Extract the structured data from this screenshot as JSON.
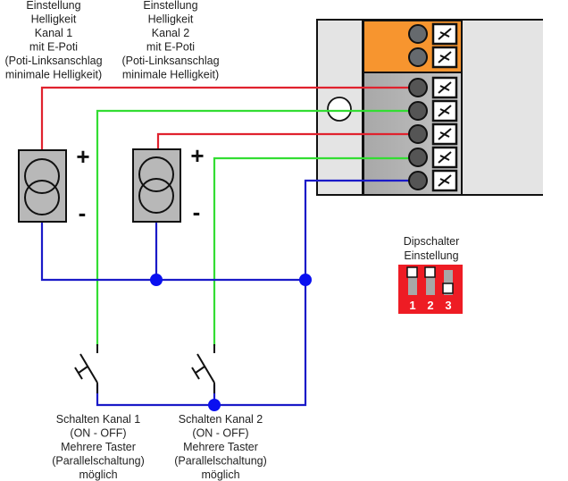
{
  "diagram": {
    "title": "Wiring diagram: 2-channel dimmer with E-Poti and push-button switching",
    "labels": {
      "poti_channel_1": [
        "Einstellung",
        "Helligkeit",
        "Kanal 1",
        "mit E-Poti",
        "(Poti-Linksanschlag",
        "minimale Helligkeit)"
      ],
      "poti_channel_2": [
        "Einstellung",
        "Helligkeit",
        "Kanal 2",
        "mit E-Poti",
        "(Poti-Linksanschlag",
        "minimale Helligkeit)"
      ],
      "switch_channel_1": [
        "Schalten Kanal 1",
        "(ON - OFF)",
        "Mehrere Taster",
        "(Parallelschaltung)",
        "möglich"
      ],
      "switch_channel_2": [
        "Schalten Kanal 2",
        "(ON - OFF)",
        "Mehrere Taster",
        "(Parallelschaltung)",
        "möglich"
      ],
      "dip_title": [
        "Dipschalter",
        "Einstellung"
      ]
    },
    "poti_polarity": {
      "plus": "+",
      "minus": "-"
    },
    "dip_switches": [
      {
        "number": "1",
        "position": "up"
      },
      {
        "number": "2",
        "position": "up"
      },
      {
        "number": "3",
        "position": "down"
      }
    ],
    "terminals": {
      "orange_block_count": 2,
      "gray_block_wires": [
        "red",
        "green",
        "red",
        "green",
        "blue"
      ]
    },
    "colors": {
      "wire_red": "#e0222e",
      "wire_green": "#33dd33",
      "wire_blue": "#1a1ac8",
      "junction": "#0a10f0",
      "orange_block": "#f7952f",
      "gray_block": "#c0c0c0",
      "device_body": "#e4e4e4",
      "dip_red": "#ee1c24",
      "poti_body": "#b8b8b8"
    },
    "icons": {
      "poti": "current-source-symbol",
      "switch": "push-button-switch-symbol",
      "terminal_screw": "screw-terminal-icon",
      "terminal_clamp": "clamp-x-icon",
      "indicator": "led-circle-icon"
    }
  }
}
